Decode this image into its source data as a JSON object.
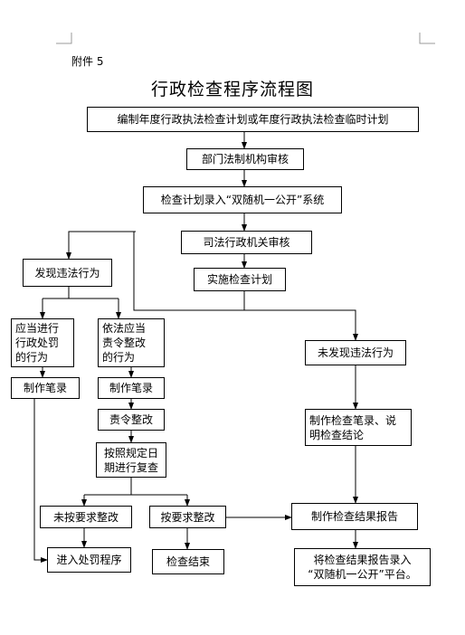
{
  "header": {
    "attachment": "附件 5",
    "title": "行政检查程序流程图"
  },
  "nodes": {
    "plan": "编制年度行政执法检查计划或年度行政执法检查临时计划",
    "dept_review": "部门法制机构审核",
    "system_entry": "检查计划录入“双随机一公开”系统",
    "judicial_review": "司法行政机关审核",
    "implement": "实施检查计划",
    "found": "发现违法行为",
    "not_found": "未发现违法行为",
    "penalty_case": "应当进行\n行政处罚\n的行为",
    "correction_case": "依法应当\n责令整改\n的行为",
    "record_left": "制作笔录",
    "record_mid": "制作笔录",
    "order_correction": "责令整改",
    "recheck": "按照规定日\n期进行复查",
    "not_corrected": "未按要求整改",
    "corrected": "按要求整改",
    "penalty_procedure": "进入处罚程序",
    "check_end": "检查结束",
    "check_record": "制作检查笔录、说\n明检查结论",
    "report": "制作检查结果报告",
    "report_entry": "将检查结果报告录入\n“双随机一公开”平台。"
  }
}
